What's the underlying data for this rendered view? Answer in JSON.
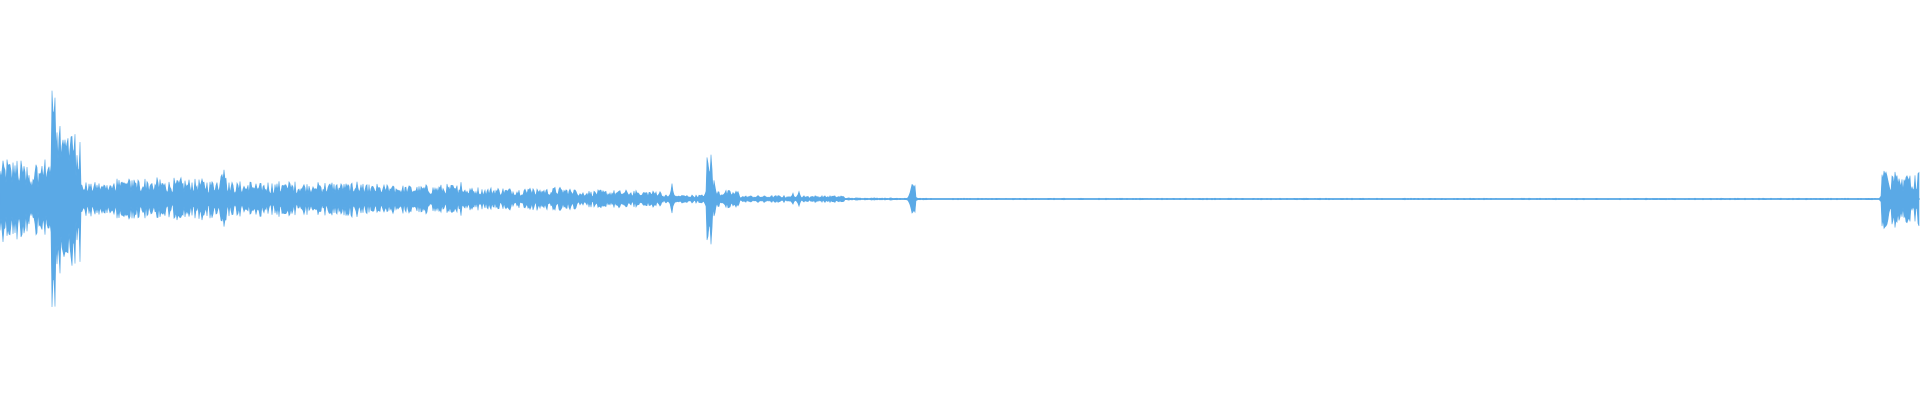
{
  "waveform": {
    "color": "#5aa9e6",
    "background": "#ffffff",
    "duration_fraction_segments": [
      {
        "start": 0.0,
        "end": 0.027,
        "level": 0.14,
        "noise": 0.55
      },
      {
        "start": 0.027,
        "end": 0.029,
        "level": 0.42,
        "noise": 0.35
      },
      {
        "start": 0.029,
        "end": 0.042,
        "level": 0.26,
        "noise": 0.5
      },
      {
        "start": 0.042,
        "end": 0.06,
        "level": 0.06,
        "noise": 0.5
      },
      {
        "start": 0.06,
        "end": 0.115,
        "level": 0.07,
        "noise": 0.55
      },
      {
        "start": 0.115,
        "end": 0.118,
        "level": 0.14,
        "noise": 0.45
      },
      {
        "start": 0.118,
        "end": 0.185,
        "level": 0.06,
        "noise": 0.55
      },
      {
        "start": 0.185,
        "end": 0.24,
        "level": 0.05,
        "noise": 0.55
      },
      {
        "start": 0.24,
        "end": 0.3,
        "level": 0.04,
        "noise": 0.55
      },
      {
        "start": 0.3,
        "end": 0.345,
        "level": 0.03,
        "noise": 0.55
      },
      {
        "start": 0.345,
        "end": 0.368,
        "level": 0.015,
        "noise": 0.55
      },
      {
        "start": 0.368,
        "end": 0.371,
        "level": 0.18,
        "noise": 0.4
      },
      {
        "start": 0.371,
        "end": 0.385,
        "level": 0.03,
        "noise": 0.55
      },
      {
        "start": 0.385,
        "end": 0.44,
        "level": 0.012,
        "noise": 0.55
      },
      {
        "start": 0.44,
        "end": 0.475,
        "level": 0.004,
        "noise": 0.6
      },
      {
        "start": 0.475,
        "end": 0.477,
        "level": 0.06,
        "noise": 0.4
      },
      {
        "start": 0.477,
        "end": 0.98,
        "level": 0.0025,
        "noise": 0.7
      },
      {
        "start": 0.98,
        "end": 0.984,
        "level": 0.11,
        "noise": 0.45
      },
      {
        "start": 0.984,
        "end": 1.0,
        "level": 0.09,
        "noise": 0.55
      }
    ],
    "spikes": [
      {
        "pos": 0.007,
        "level": 0.17
      },
      {
        "pos": 0.012,
        "level": 0.13
      },
      {
        "pos": 0.016,
        "level": 0.12
      },
      {
        "pos": 0.0275,
        "level": 0.5
      },
      {
        "pos": 0.0295,
        "level": 0.44
      },
      {
        "pos": 0.033,
        "level": 0.36
      },
      {
        "pos": 0.038,
        "level": 0.28
      },
      {
        "pos": 0.058,
        "level": 0.07
      },
      {
        "pos": 0.062,
        "level": 0.1
      },
      {
        "pos": 0.067,
        "level": 0.08
      },
      {
        "pos": 0.075,
        "level": 0.07
      },
      {
        "pos": 0.083,
        "level": 0.06
      },
      {
        "pos": 0.115,
        "level": 0.14
      },
      {
        "pos": 0.116,
        "level": 0.11
      },
      {
        "pos": 0.132,
        "level": 0.06
      },
      {
        "pos": 0.148,
        "level": 0.05
      },
      {
        "pos": 0.164,
        "level": 0.06
      },
      {
        "pos": 0.186,
        "level": 0.12
      },
      {
        "pos": 0.188,
        "level": 0.09
      },
      {
        "pos": 0.204,
        "level": 0.05
      },
      {
        "pos": 0.24,
        "level": 0.1
      },
      {
        "pos": 0.242,
        "level": 0.07
      },
      {
        "pos": 0.276,
        "level": 0.08
      },
      {
        "pos": 0.278,
        "level": 0.06
      },
      {
        "pos": 0.3,
        "level": 0.04
      },
      {
        "pos": 0.332,
        "level": 0.035
      },
      {
        "pos": 0.35,
        "level": 0.09
      },
      {
        "pos": 0.369,
        "level": 0.2
      },
      {
        "pos": 0.372,
        "level": 0.12
      },
      {
        "pos": 0.413,
        "level": 0.035
      },
      {
        "pos": 0.416,
        "level": 0.045
      },
      {
        "pos": 0.475,
        "level": 0.1
      },
      {
        "pos": 0.982,
        "level": 0.2
      },
      {
        "pos": 0.987,
        "level": 0.16
      },
      {
        "pos": 0.994,
        "level": 0.15
      }
    ],
    "bin_count": 1920
  }
}
